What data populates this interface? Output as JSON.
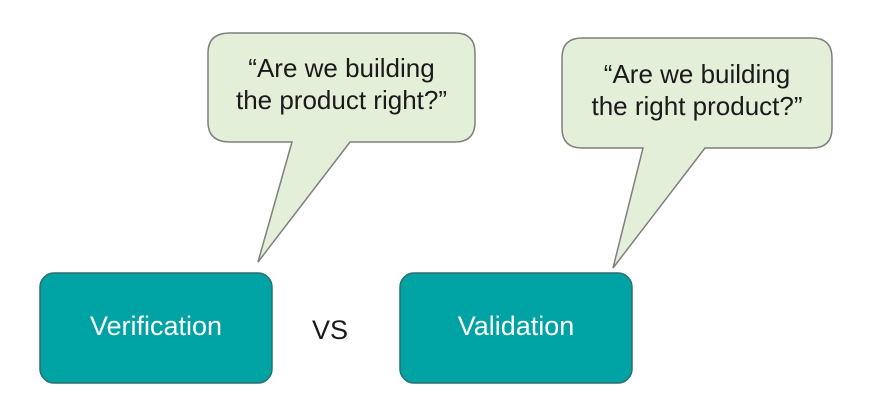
{
  "bubbles": {
    "verification": {
      "line1": "“Are we building",
      "line2": "the product right?”"
    },
    "validation": {
      "line1": "“Are we building",
      "line2": "the right product?”"
    }
  },
  "boxes": {
    "verification": "Verification",
    "validation": "Validation"
  },
  "connector": "VS",
  "colors": {
    "box_fill": "#00a3a3",
    "box_stroke": "#2d6e6e",
    "bubble_fill": "#e4efd9",
    "bubble_stroke": "#7f7f7f"
  }
}
